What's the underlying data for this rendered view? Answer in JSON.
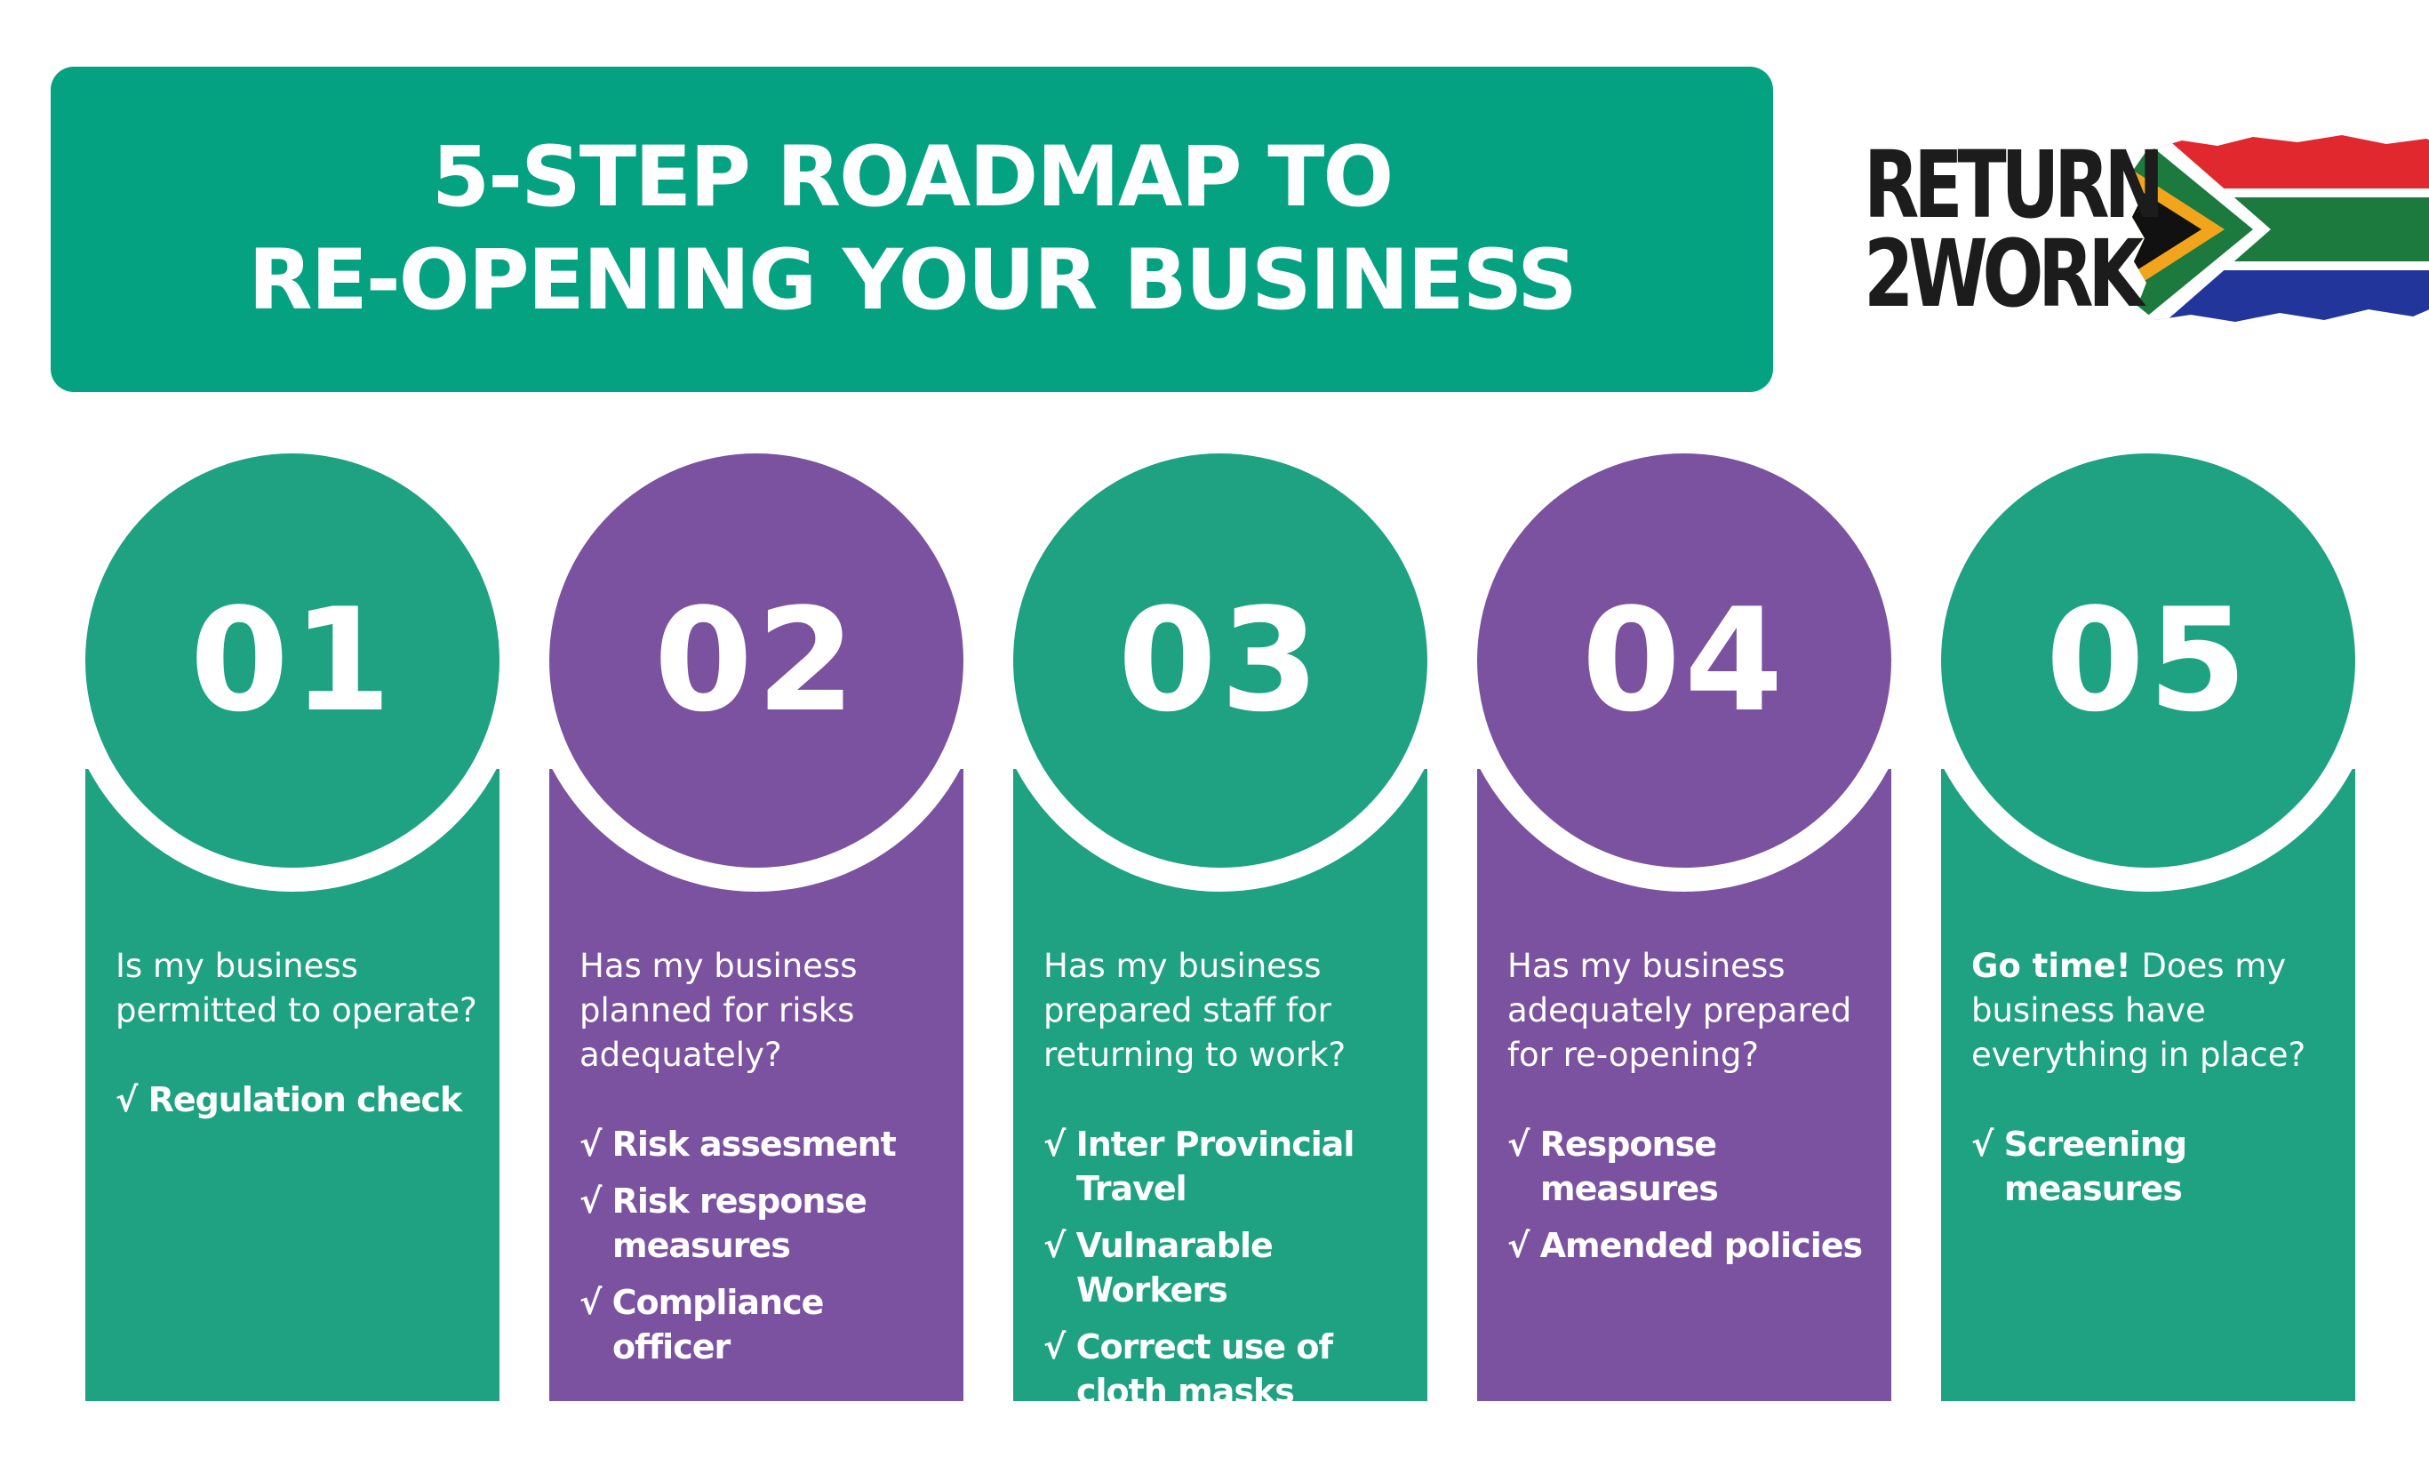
{
  "title": {
    "line1": "5-STEP ROADMAP TO",
    "line2": "RE-OPENING YOUR BUSINESS"
  },
  "logo": {
    "line1": "RETURN",
    "line2": "2WORK",
    "flag_colors": {
      "red": "#e0282e",
      "green": "#1d7a3e",
      "blue": "#22359b",
      "gold": "#f2a51c",
      "black": "#111111",
      "white": "#ffffff"
    }
  },
  "colors": {
    "green": "#05a281",
    "green_step": "#1ea281",
    "purple": "#7b529f"
  },
  "steps": [
    {
      "number": "01",
      "question": "Is my business permitted to operate?",
      "checks": [
        "√ Regulation check"
      ]
    },
    {
      "number": "02",
      "question": "Has my business planned for risks adequately?",
      "checks": [
        "√ Risk assesment",
        "√ Risk response measures",
        "√ Compliance officer"
      ]
    },
    {
      "number": "03",
      "question": "Has my business prepared staff for returning to work?",
      "checks": [
        "√ Inter Provincial Travel",
        "√ Vulnarable Workers",
        "√ Correct use of cloth masks"
      ]
    },
    {
      "number": "04",
      "question": "Has my business adequately prepared for re-opening?",
      "checks": [
        "√ Response measures",
        "√ Amended policies"
      ]
    },
    {
      "number": "05",
      "question_bold": "Go time!",
      "question": " Does my business have everything in place?",
      "checks": [
        "√ Screening measures"
      ]
    }
  ]
}
